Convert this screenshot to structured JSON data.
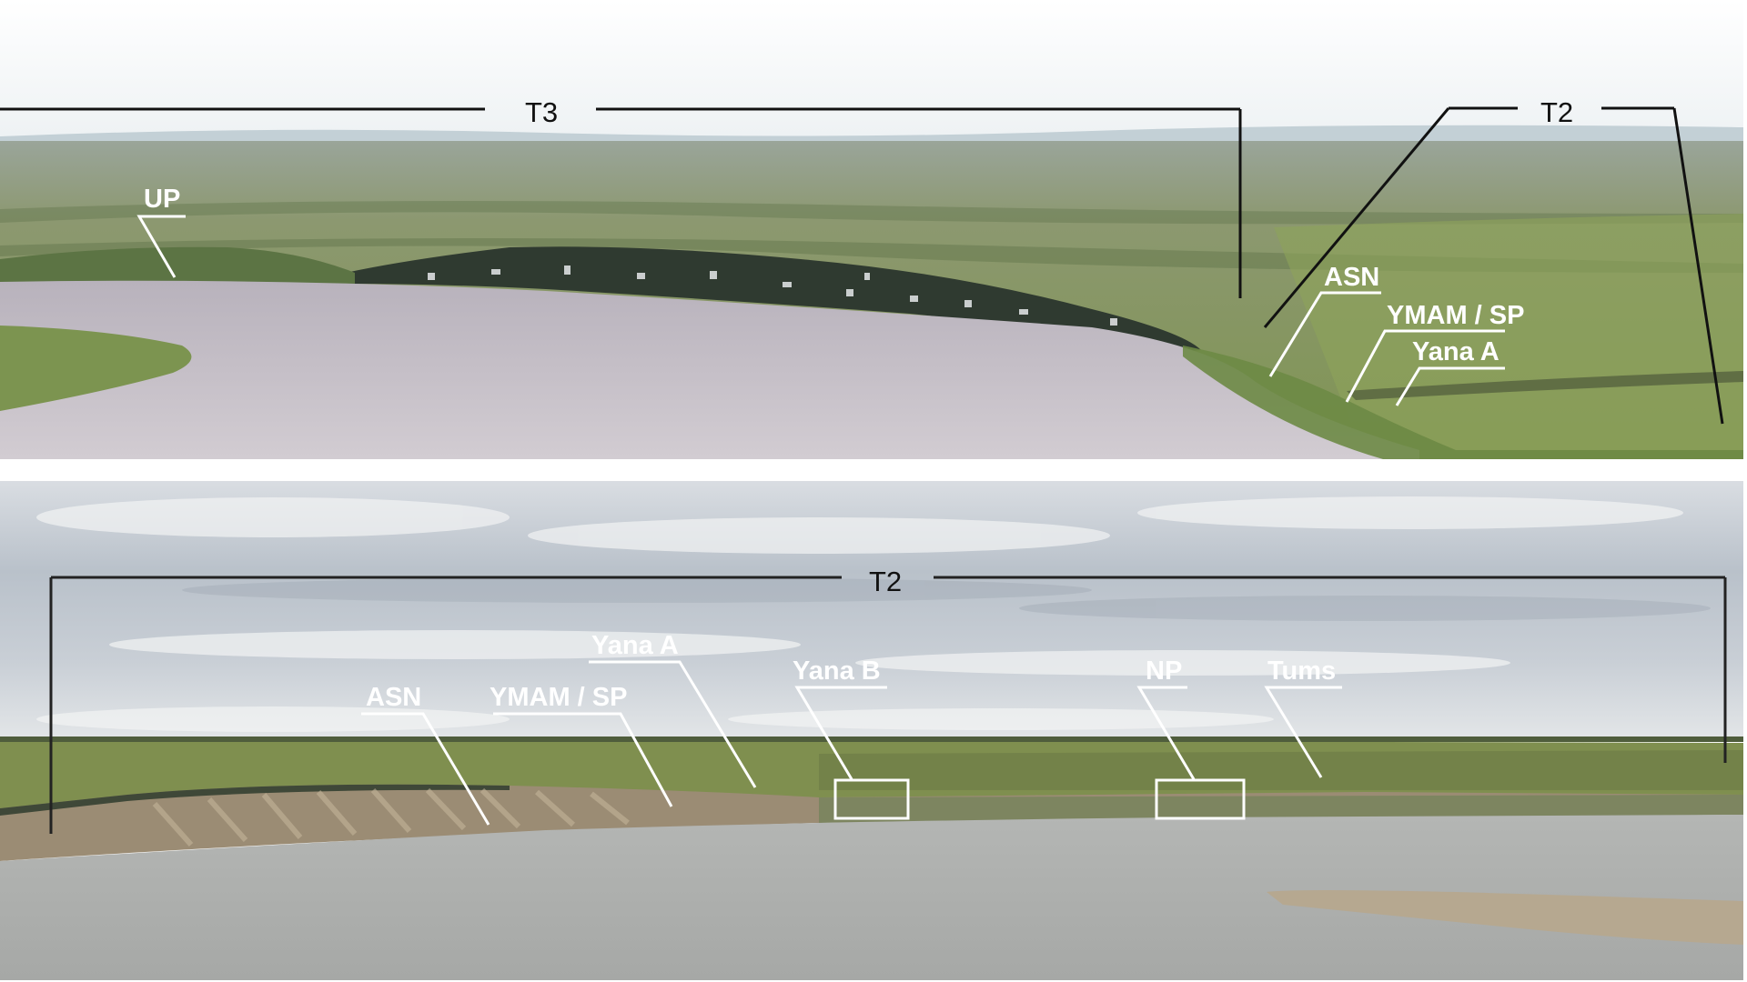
{
  "figure": {
    "description": "Two annotated landscape photographs of river bluffs showing terraces and site locations",
    "top_panel": {
      "terrace_labels": [
        {
          "id": "t3",
          "text": "T3"
        },
        {
          "id": "t2",
          "text": "T2"
        }
      ],
      "site_labels": [
        {
          "id": "up",
          "text": "UP"
        },
        {
          "id": "asn",
          "text": "ASN"
        },
        {
          "id": "ymam_sp",
          "text": "YMAM / SP"
        },
        {
          "id": "yana_a",
          "text": "Yana A"
        }
      ]
    },
    "bottom_panel": {
      "terrace_labels": [
        {
          "id": "t2",
          "text": "T2"
        }
      ],
      "site_labels": [
        {
          "id": "asn",
          "text": "ASN"
        },
        {
          "id": "ymam_sp",
          "text": "YMAM / SP"
        },
        {
          "id": "yana_a",
          "text": "Yana A"
        },
        {
          "id": "yana_b",
          "text": "Yana B"
        },
        {
          "id": "np",
          "text": "NP"
        },
        {
          "id": "tums",
          "text": "Tums"
        }
      ],
      "highlight_boxes": [
        "yana_b",
        "np"
      ]
    },
    "colors": {
      "sky_top": "#f4f6f8",
      "tundra_green": "#8a9a5a",
      "river_top": "#c8c4cc",
      "river_bottom": "#a8aaa8",
      "bluff_brown": "#9a8a74",
      "sandbar": "#b8a98e",
      "annotation_black": "#111111",
      "annotation_white": "#ffffff"
    }
  }
}
